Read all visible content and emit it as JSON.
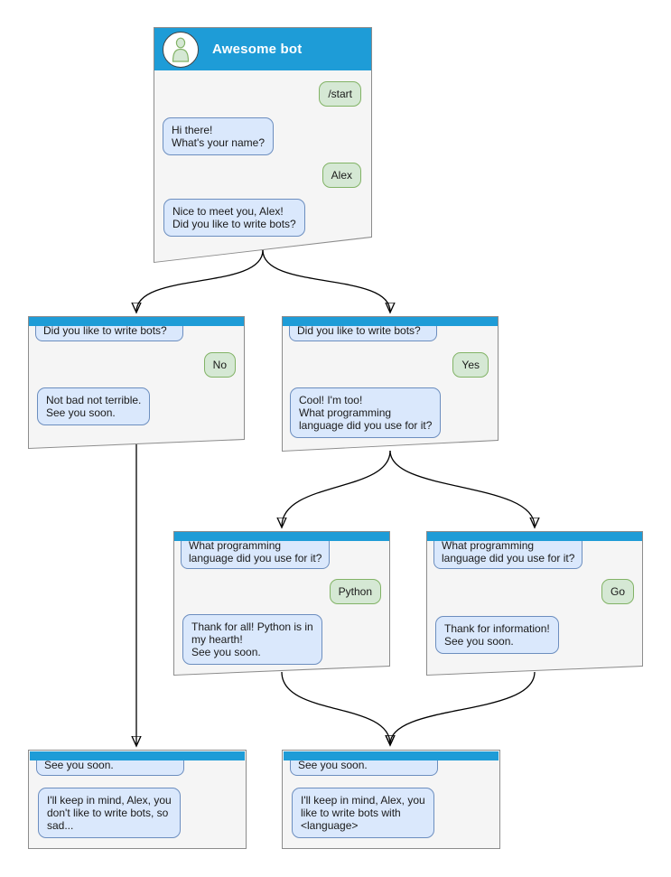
{
  "palette": {
    "header_blue": "#1e9cd7",
    "window_fill": "#f5f5f5",
    "window_border": "#8c8c8c",
    "bot_bubble_fill": "#dae8fc",
    "bot_bubble_border": "#6c8ebf",
    "user_bubble_fill": "#d5e8d4",
    "user_bubble_border": "#82b366",
    "arrow_color": "#000000"
  },
  "main": {
    "title": "Awesome bot",
    "avatar_icon": "person-icon",
    "messages": [
      {
        "side": "user",
        "text": "/start"
      },
      {
        "side": "bot",
        "text": "Hi there!\nWhat's your name?"
      },
      {
        "side": "user",
        "text": "Alex"
      },
      {
        "side": "bot",
        "text": "Nice to meet you, Alex!\nDid you like to write bots?"
      }
    ]
  },
  "branch_no": {
    "messages": [
      {
        "side": "bot",
        "text": "Did you like to write bots?"
      },
      {
        "side": "user",
        "text": "No"
      },
      {
        "side": "bot",
        "text": "Not bad not terrible.\nSee you soon."
      }
    ]
  },
  "branch_yes": {
    "messages": [
      {
        "side": "bot",
        "text": "Did you like to write bots?"
      },
      {
        "side": "user",
        "text": "Yes"
      },
      {
        "side": "bot",
        "text": "Cool! I'm too!\nWhat programming\nlanguage did you use for it?"
      }
    ]
  },
  "branch_python": {
    "messages": [
      {
        "side": "bot",
        "text": "What programming\nlanguage did you use for it?"
      },
      {
        "side": "user",
        "text": "Python"
      },
      {
        "side": "bot",
        "text": "Thank for all! Python is in\nmy hearth!\nSee you soon."
      }
    ]
  },
  "branch_go": {
    "messages": [
      {
        "side": "bot",
        "text": "What programming\nlanguage did you use for it?"
      },
      {
        "side": "user",
        "text": "Go"
      },
      {
        "side": "bot",
        "text": "Thank for information!\nSee you soon."
      }
    ]
  },
  "final_no": {
    "messages": [
      {
        "side": "bot",
        "text": "See you soon."
      },
      {
        "side": "bot",
        "text": "I'll keep in mind, Alex, you\ndon't like to write bots, so\nsad..."
      }
    ]
  },
  "final_lang": {
    "messages": [
      {
        "side": "bot",
        "text": "See you soon."
      },
      {
        "side": "bot",
        "text": "I'll keep in mind, Alex, you\nlike to write bots with\n<language>"
      }
    ]
  }
}
